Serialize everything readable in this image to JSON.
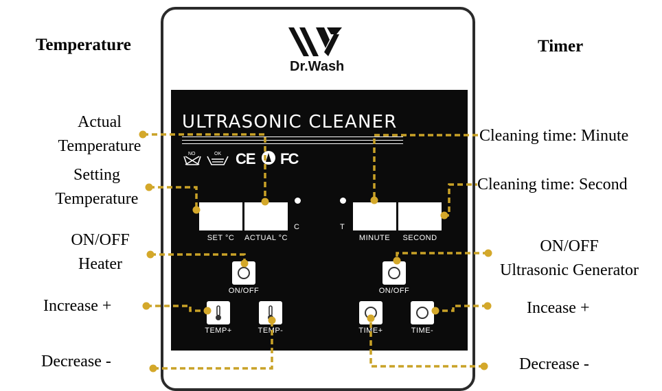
{
  "headers": {
    "temperature": "Temperature",
    "timer": "Timer"
  },
  "brand": {
    "name": "Dr.Wash"
  },
  "panel": {
    "title": "ULTRASONIC CLEANER",
    "certs": {
      "ce": "CE",
      "fc": "FC"
    },
    "display_labels": {
      "set_c": "SET °C",
      "actual_c": "ACTUAL °C",
      "minute": "MINUTE",
      "second": "SECOND"
    },
    "indicator_c": "C",
    "indicator_t": "T",
    "buttons": {
      "heater_onoff": "ON/OFF",
      "ultrasonic_onoff": "ON/OFF",
      "temp_plus": "TEMP+",
      "temp_minus": "TEMP-",
      "time_plus": "TIME+",
      "time_minus": "TIME-"
    }
  },
  "callouts": {
    "actual_temperature": "Actual\nTemperature",
    "setting_temperature": "Setting\nTemperature",
    "onoff_heater": "ON/OFF\nHeater",
    "temp_increase": "Increase +",
    "temp_decrease": "Decrease -",
    "cleaning_minute": "Cleaning time: Minute",
    "cleaning_second": "Cleaning time: Second",
    "onoff_ultrasonic": "ON/OFF\nUltrasonic Generator",
    "time_increase": "Incease +",
    "time_decrease": "Decrease -"
  },
  "colors": {
    "leader": "#c9a227",
    "panel": "#0b0b0b"
  }
}
